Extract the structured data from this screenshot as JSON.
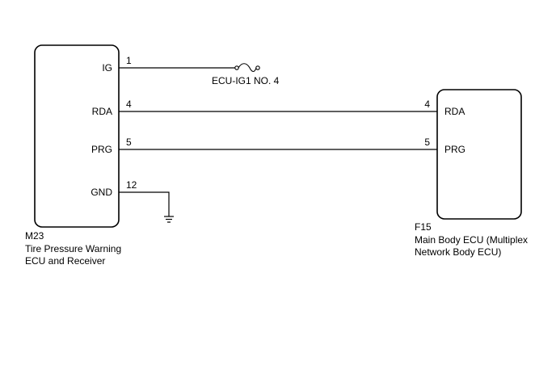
{
  "ecu_left": {
    "code": "M23",
    "name_line1": "Tire Pressure Warning",
    "name_line2": "ECU and Receiver",
    "pins": [
      {
        "label": "IG",
        "number": "1"
      },
      {
        "label": "RDA",
        "number": "4"
      },
      {
        "label": "PRG",
        "number": "5"
      },
      {
        "label": "GND",
        "number": "12"
      }
    ]
  },
  "ecu_right": {
    "code": "F15",
    "name_line1": "Main Body ECU (Multiplex",
    "name_line2": "Network Body ECU)",
    "pins": [
      {
        "label": "RDA",
        "number": "4"
      },
      {
        "label": "PRG",
        "number": "5"
      }
    ]
  },
  "fuse": {
    "label": "ECU-IG1 NO. 4"
  }
}
